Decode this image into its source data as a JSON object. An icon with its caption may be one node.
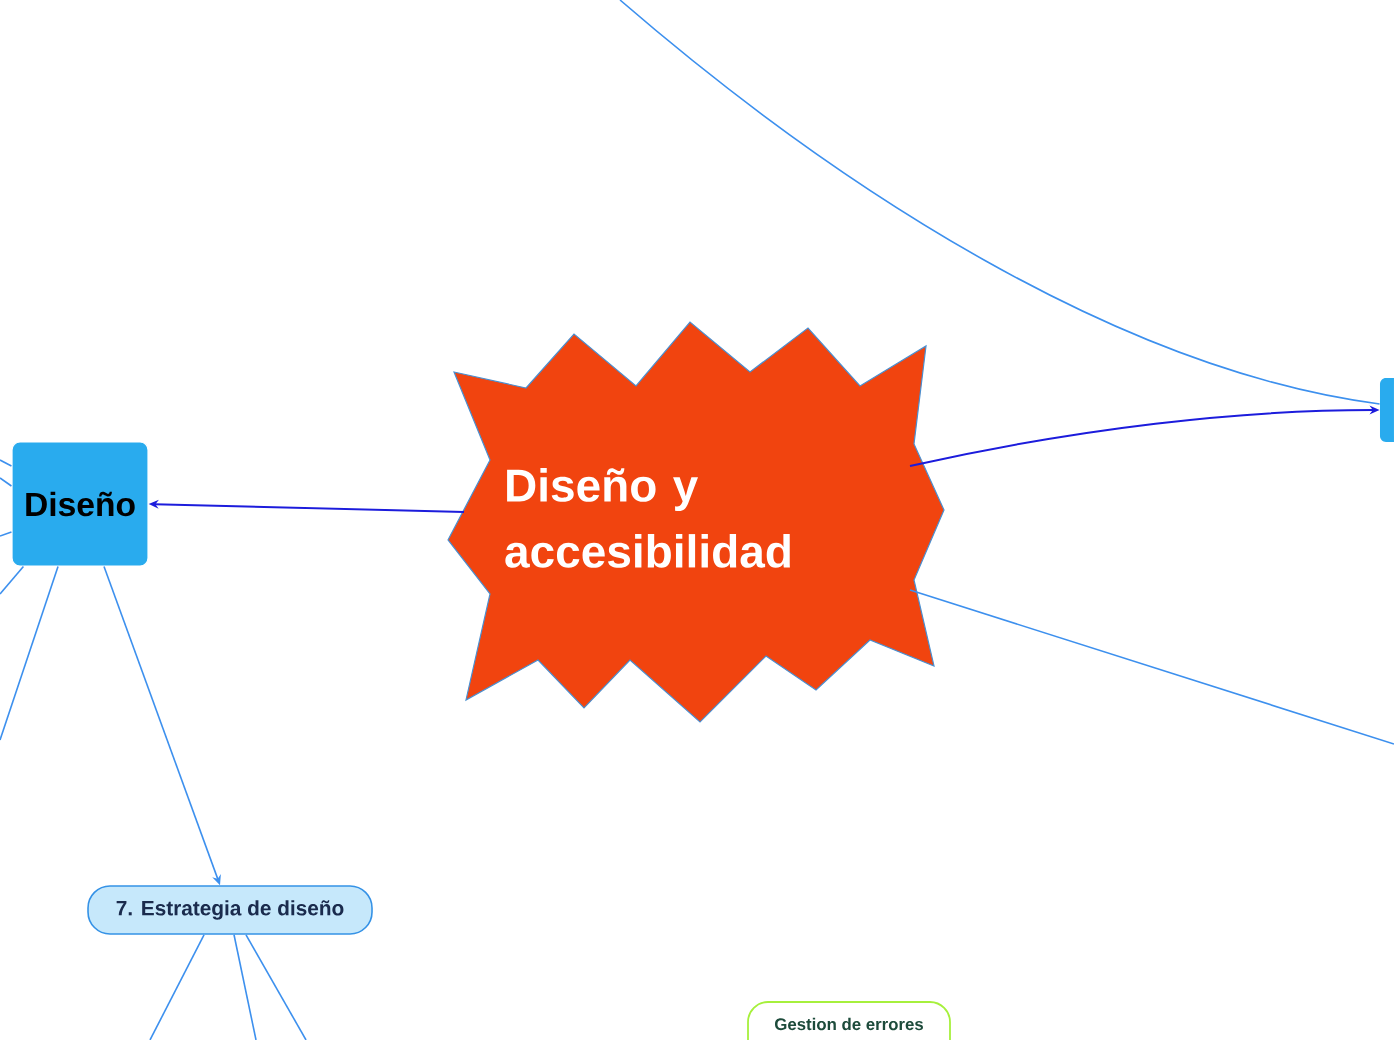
{
  "diagram": {
    "nodes": [
      {
        "text": [
          "Diseño y accesibilidad"
        ]
      },
      {
        "text": [
          "Diseño"
        ]
      },
      {
        "text": [],
        "shape": "box"
      },
      {
        "text": [
          "7. Estrategia de diseño"
        ]
      },
      {
        "text": [
          "Gestion de errores"
        ]
      }
    ],
    "edges": [
      {
        "from": 0,
        "to": 1,
        "arrow": "to",
        "color": "#1c1cdc"
      },
      {
        "from": 0,
        "to": 2,
        "arrow": "to",
        "color": "#1c1cdc"
      },
      {
        "from": null,
        "to": 2,
        "arrow": "none"
      },
      {
        "from": 0,
        "to": null,
        "arrow": "none"
      },
      {
        "from": 1,
        "to": 3,
        "arrow": "to"
      },
      {
        "from": 1,
        "to": null,
        "arrow": "none"
      },
      {
        "from": 1,
        "to": null,
        "arrow": "none"
      },
      {
        "from": 1,
        "to": null,
        "arrow": "none"
      },
      {
        "from": 1,
        "to": null,
        "arrow": "none"
      },
      {
        "from": 1,
        "to": null,
        "arrow": "none"
      },
      {
        "from": 3,
        "to": null,
        "arrow": "none"
      },
      {
        "from": 3,
        "to": null,
        "arrow": "none"
      },
      {
        "from": 3,
        "to": null,
        "arrow": "none"
      }
    ]
  }
}
